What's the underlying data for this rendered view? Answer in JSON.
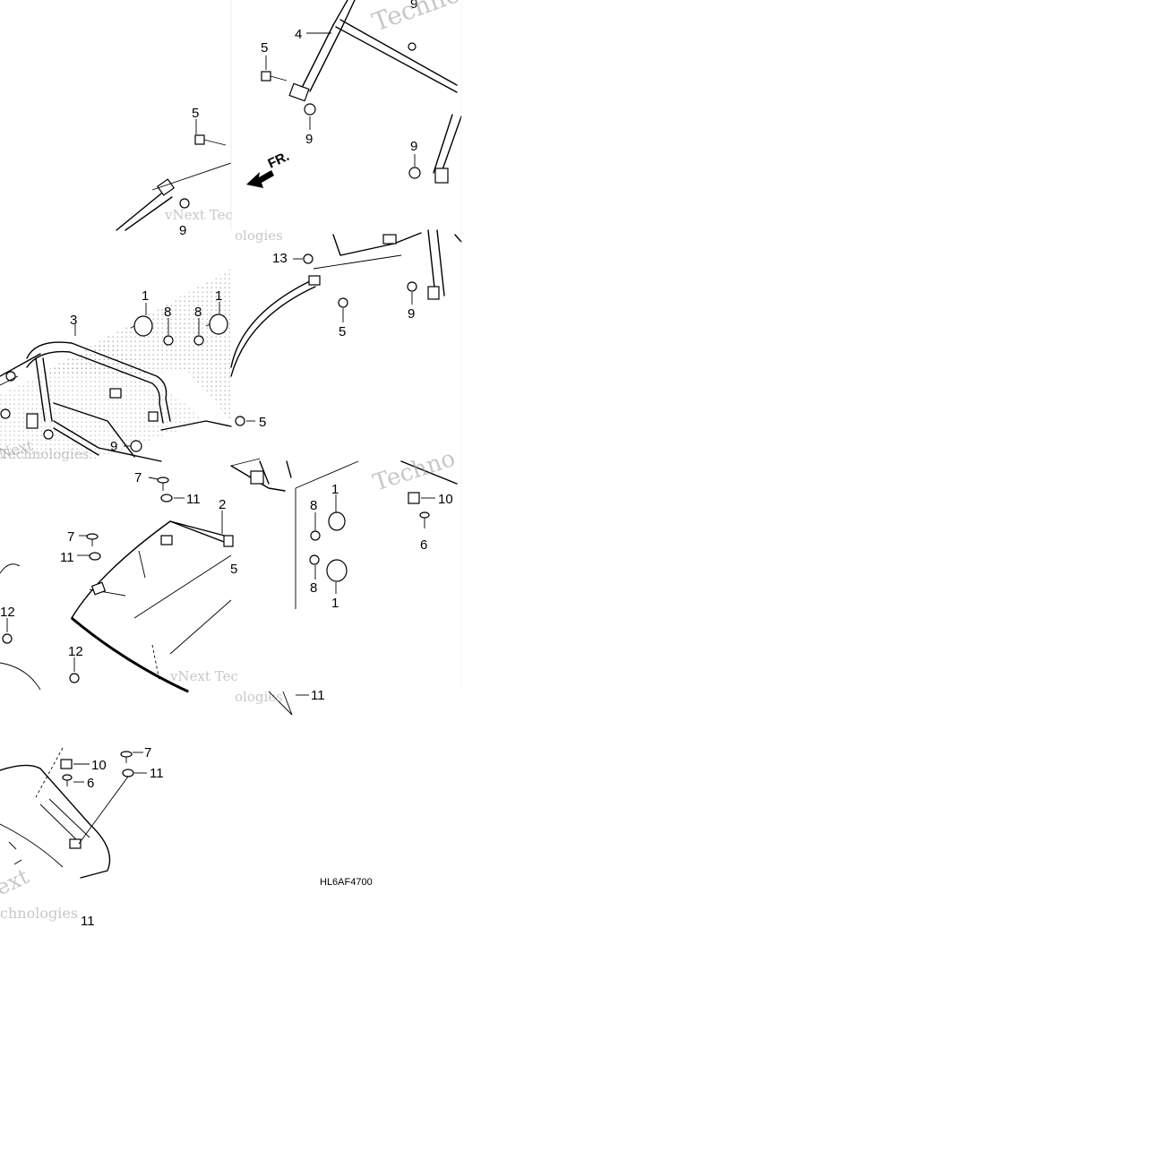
{
  "diagram": {
    "code": "HL6AF4700",
    "front_label": "FR.",
    "watermarks": {
      "w1": "Techno",
      "w2": "vNext Tec",
      "w3": "ologies",
      "w4": "Next",
      "w5": "Technologies",
      "w6": "Techno",
      "w7": "vNext Tec",
      "w8": "ologies",
      "w9": "ext",
      "w10": "chnologies"
    },
    "callouts": {
      "c_9_top": "9",
      "c_4": "4",
      "c_5a": "5",
      "c_9a": "9",
      "c_5b": "5",
      "c_9b": "9",
      "c_9c": "9",
      "c_13": "13",
      "c_5c": "5",
      "c_9d": "9",
      "c_5d": "5",
      "c_1a": "1",
      "c_1b": "1",
      "c_8a": "8",
      "c_8b": "8",
      "c_3": "3",
      "c_9e": "9",
      "c_7a": "7",
      "c_11a": "11",
      "c_2": "2",
      "c_7b": "7",
      "c_11b": "11",
      "c_5e": "5",
      "c_12a": "12",
      "c_12b": "12",
      "c_1c": "1",
      "c_8c": "8",
      "c_8d": "8",
      "c_1d": "1",
      "c_10a": "10",
      "c_6a": "6",
      "c_11c": "11",
      "c_7c": "7",
      "c_10b": "10",
      "c_6b": "6",
      "c_11d": "11",
      "c_11e": "11"
    }
  }
}
